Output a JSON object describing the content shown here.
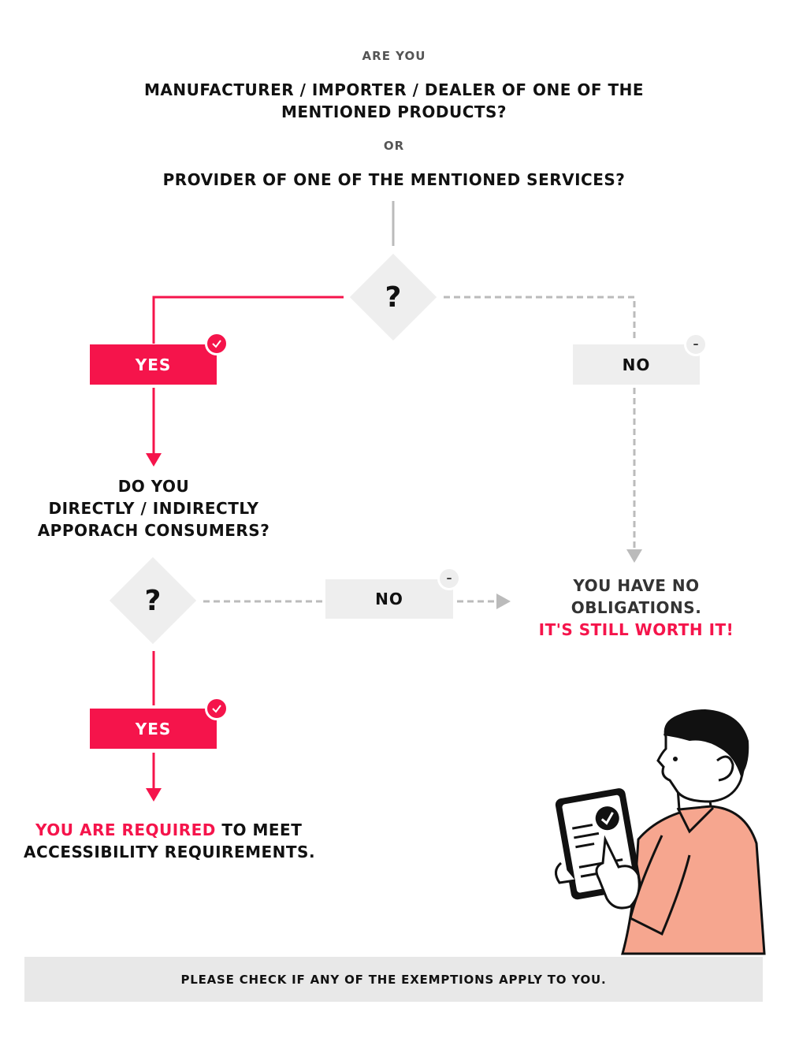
{
  "header": {
    "are_you": "ARE YOU",
    "question_1": "MANUFACTURER / IMPORTER / DEALER OF ONE OF THE MENTIONED PRODUCTS?",
    "or": "OR",
    "question_2": "PROVIDER OF ONE OF THE MENTIONED SERVICES?"
  },
  "decision_1": {
    "symbol": "?",
    "yes_label": "YES",
    "no_label": "NO",
    "no_badge": "–"
  },
  "second_question": {
    "line_1": "DO YOU",
    "line_2": "DIRECTLY / INDIRECTLY",
    "line_3": "APPORACH CONSUMERS?"
  },
  "decision_2": {
    "symbol": "?",
    "yes_label": "YES",
    "no_label": "NO",
    "no_badge": "–"
  },
  "result_no": {
    "line_1": "YOU HAVE NO",
    "line_2": "OBLIGATIONS.",
    "line_3": "IT'S STILL WORTH IT!"
  },
  "result_yes": {
    "highlight": "YOU ARE REQUIRED",
    "rest": " TO MEET",
    "line_2": "ACCESSIBILITY REQUIREMENTS."
  },
  "footer": {
    "text": "PLEASE CHECK IF ANY OF THE EXEMPTIONS APPLY TO YOU."
  },
  "colors": {
    "accent": "#f5144b",
    "neutral_box": "#eeeeee",
    "dashed_line": "#bbbbbb",
    "text": "#111111"
  },
  "icons": {
    "check_badge": "check-icon",
    "minus_badge": "minus-icon",
    "illustration": "person-with-tablet-illustration"
  }
}
